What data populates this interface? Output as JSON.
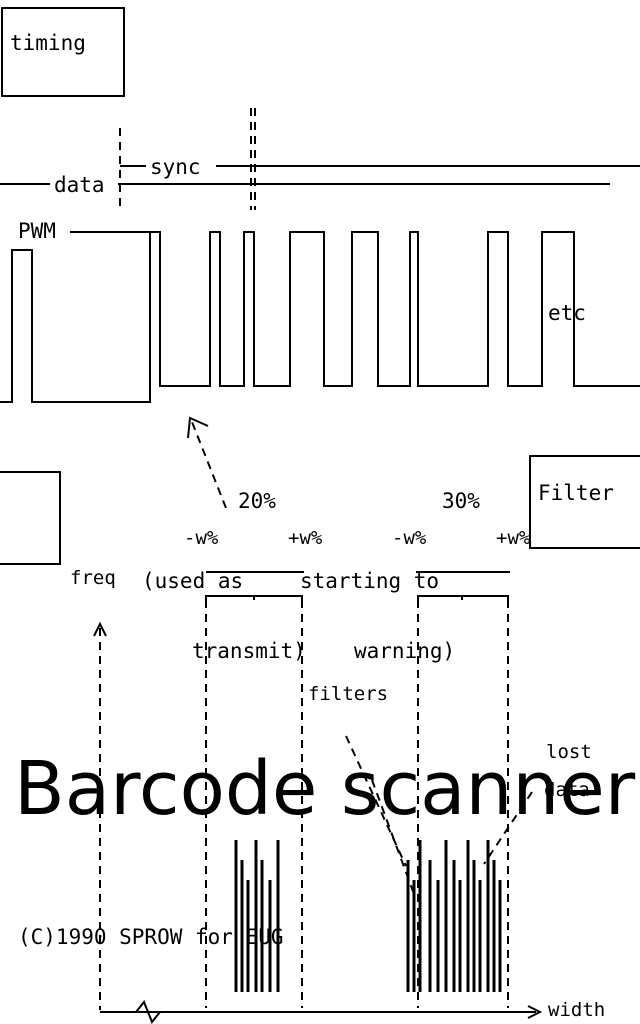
{
  "labels": {
    "timing": "timing",
    "data": "data",
    "sync": "sync",
    "pwm": "PWM",
    "etc": "etc",
    "pct_20": "20%",
    "pct_30": "30%",
    "minus_w_1": "-w%",
    "plus_w_1": "+w%",
    "minus_w_2": "-w%",
    "plus_w_2": "+w%",
    "used_as": "(used as",
    "starting_to": "starting to",
    "transmit": "transmit)",
    "warning": "warning)",
    "filters": "filters",
    "filter": "Filter",
    "freq": "freq",
    "title": "Barcode scanner",
    "lost": "lost",
    "lost_data": "data",
    "copyright": "(C)1990 SPROW for EUG",
    "width": "width"
  },
  "barcode": {
    "bar_count": 21
  }
}
